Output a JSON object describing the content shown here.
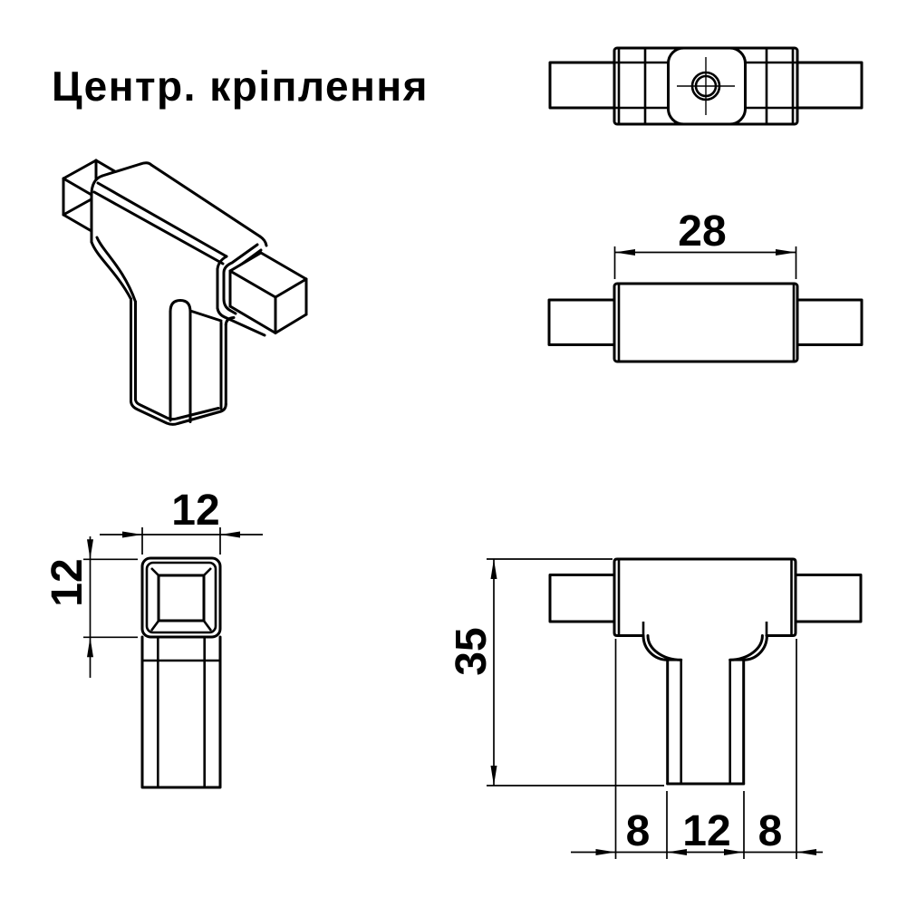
{
  "title": "Центр. кріплення",
  "colors": {
    "line": "#000000",
    "background": "#ffffff"
  },
  "views": {
    "side_view": {
      "dim_width": "28"
    },
    "tube_end_view": {
      "dim_width": "12",
      "dim_height": "12"
    },
    "front_view": {
      "dim_height": "35",
      "dim_bottom_left": "8",
      "dim_bottom_center": "12",
      "dim_bottom_right": "8"
    }
  }
}
